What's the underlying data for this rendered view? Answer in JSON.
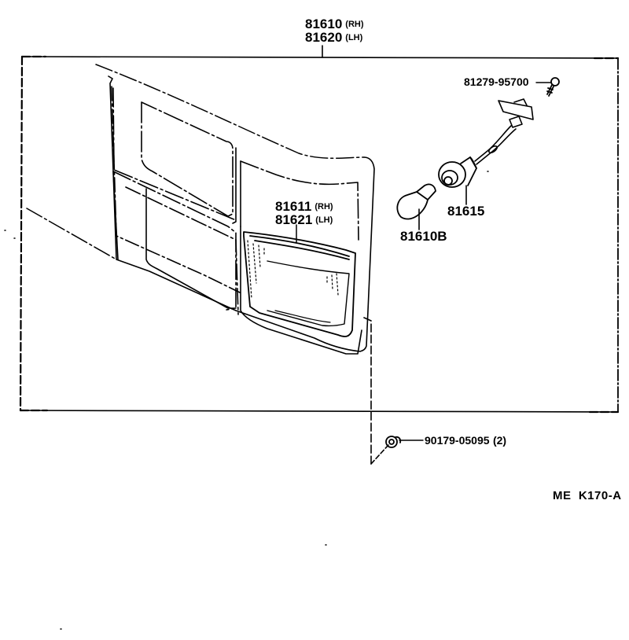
{
  "diagram": {
    "type": "parts-exploded-view",
    "subject": "Rear combination / side turn signal lamp assembly",
    "colors": {
      "line": "#000000",
      "background": "#ffffff"
    }
  },
  "callouts": {
    "assembly": {
      "rh": {
        "part_no": "81610",
        "side": "(RH)"
      },
      "lh": {
        "part_no": "81620",
        "side": "(LH)"
      }
    },
    "lens": {
      "rh": {
        "part_no": "81611",
        "side": "(RH)"
      },
      "lh": {
        "part_no": "81621",
        "side": "(LH)"
      }
    },
    "socket_screw": {
      "part_no": "81279-95700"
    },
    "socket": {
      "part_no": "81615"
    },
    "bulb": {
      "part_no": "81610B"
    },
    "nut": {
      "part_no": "90179-05095",
      "qty": "(2)"
    }
  },
  "footer": {
    "code": "ME  K170-A"
  }
}
